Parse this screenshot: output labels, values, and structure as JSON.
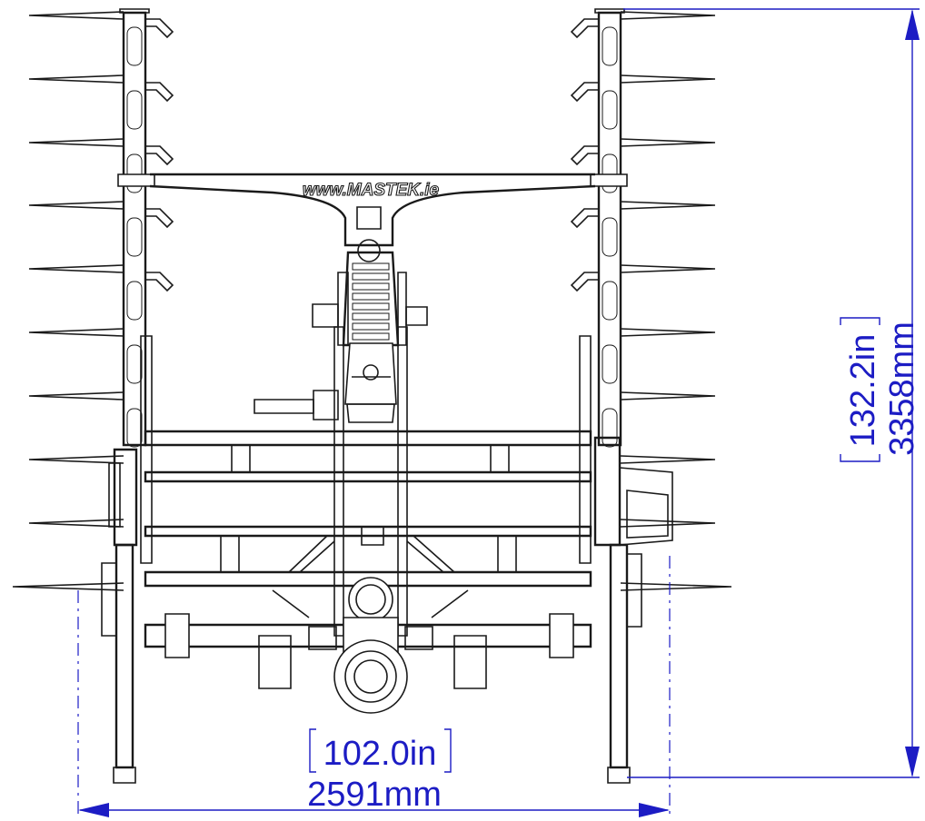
{
  "brand_text": "www.MASTEK.ie",
  "dimensions": {
    "width": {
      "imperial": "102.0in",
      "metric": "2591mm"
    },
    "height": {
      "imperial": "132.2in",
      "metric": "3358mm"
    }
  },
  "colors": {
    "dimension": "#1c1cc4",
    "line": "#1a1a1a"
  }
}
